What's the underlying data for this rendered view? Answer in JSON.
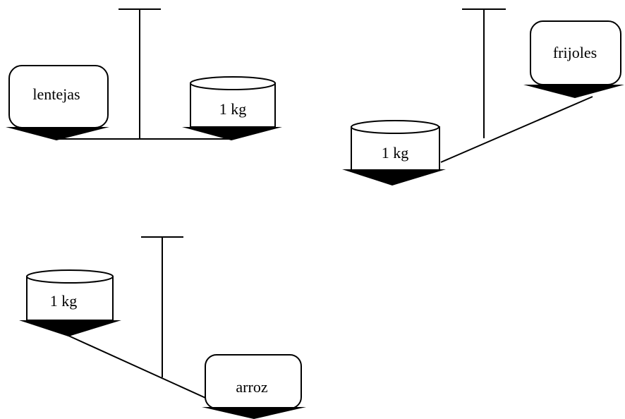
{
  "scales": [
    {
      "id": "balanced",
      "left_item": "lentejas",
      "right_item": "1 kg"
    },
    {
      "id": "tilted-right-up",
      "left_item": "1 kg",
      "right_item": "frijoles"
    },
    {
      "id": "tilted-left-up",
      "left_item": "1 kg",
      "right_item": "arroz"
    }
  ]
}
